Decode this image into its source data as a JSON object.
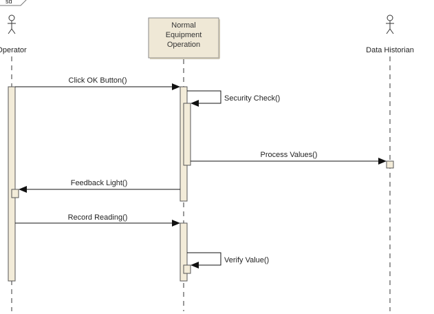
{
  "frame_tab_label": "sd",
  "participants": {
    "operator": {
      "label": "Operator",
      "kind": "actor"
    },
    "normal_equipment_operation": {
      "lines": [
        "Normal",
        "Equipment",
        "Operation"
      ],
      "kind": "object"
    },
    "data_historian": {
      "label": "Data Historian",
      "kind": "actor"
    }
  },
  "messages": {
    "click_ok": "Click OK Button()",
    "security_check": "Security Check()",
    "process_values": "Process Values()",
    "feedback_light": "Feedback Light()",
    "record_reading": "Record Reading()",
    "verify_value": "Verify Value()"
  },
  "colors": {
    "lifeline": "#333333",
    "activation_fill": "#f3ecd9",
    "activation_stroke": "#555555",
    "object_box_fill": "#efe8d6",
    "object_box_stroke": "#888888",
    "arrow": "#111111"
  }
}
